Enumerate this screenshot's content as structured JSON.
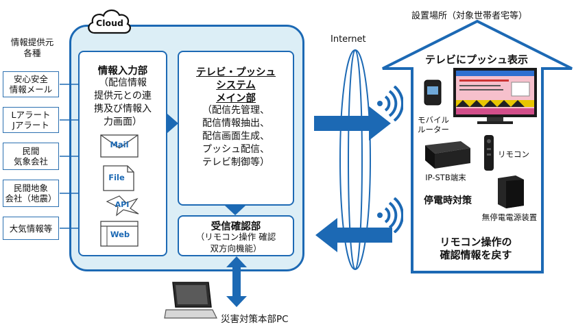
{
  "sources": {
    "title": "情報提供元\n各種",
    "items": [
      "安心安全\n情報メール",
      "Lアラート\nJアラート",
      "民間\n気象会社",
      "民間地象\n会社（地震）",
      "大気情報等"
    ]
  },
  "cloud": {
    "label": "Cloud",
    "input_panel": {
      "title": "情報入力部",
      "body": "（配信情報\n提供元との連\n携及び情報入\n力画面）",
      "icons": {
        "mail": "Mail",
        "file": "File",
        "api": "API",
        "web": "Web"
      }
    },
    "main_panel": {
      "title_line1": "テレビ・プッシュ",
      "title_line2": "システム",
      "title_line3": "メイン部",
      "body": "（配信先管理、\n配信情報抽出、\n配信画面生成、\nプッシュ配信、\nテレビ制御等）"
    },
    "confirm_panel": {
      "title": "受信確認部",
      "body": "（リモコン操作 確認\n双方向機能）"
    }
  },
  "internet_label": "Internet",
  "house": {
    "location_label": "設置場所（対象世帯者宅等）",
    "push_title": "テレビにプッシュ表示",
    "router_label": "モバイル\nルーター",
    "remote_label": "リモコン",
    "stb_label": "IP-STB端末",
    "power_title": "停電時対策",
    "ups_label": "無停電電源装置",
    "return_label": "リモコン操作の\n確認情報を戻す"
  },
  "hq_pc_label": "災害対策本部PC",
  "colors": {
    "accent": "#1c69b4",
    "cloud_fill": "#dceef6"
  }
}
